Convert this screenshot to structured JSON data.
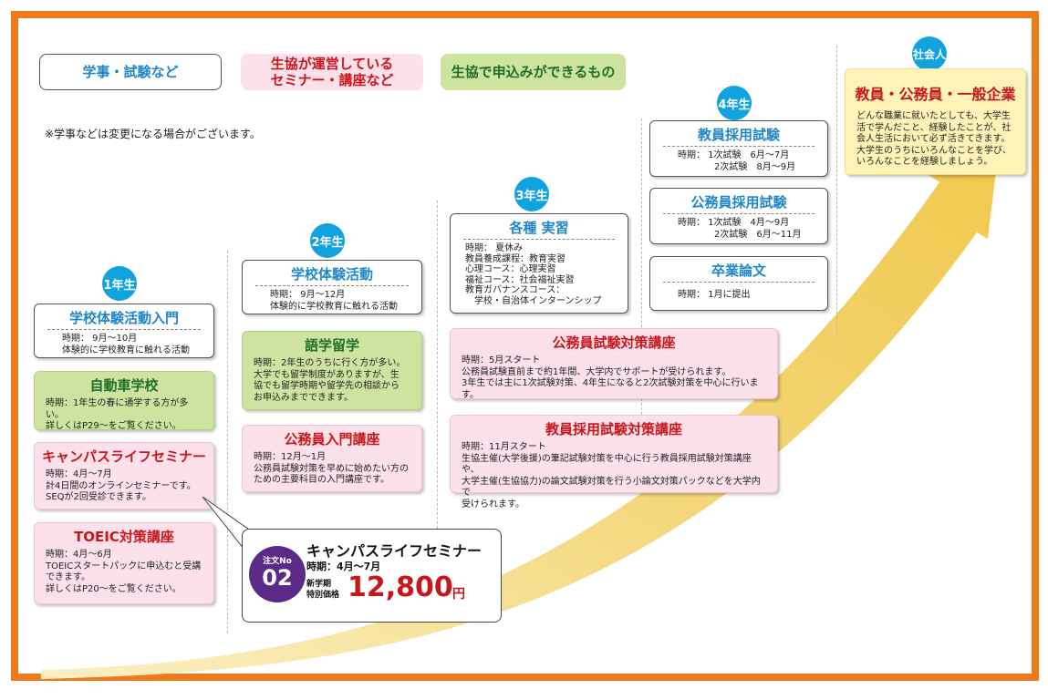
{
  "legend": {
    "school": "学事・試験など",
    "coop_seminar": "生協が運営している\nセミナー・講座など",
    "coop_apply": "生協で申込みができるもの"
  },
  "note": "※学事などは変更になる場合がございます。",
  "years": {
    "y1": "1年生",
    "y2": "2年生",
    "y3": "3年生",
    "y4": "4年生",
    "society": "社会人"
  },
  "year1": {
    "school_experience_intro": {
      "title": "学校体験活動入門",
      "body": "時期：  9月～10月\n体験的に学校教育に触れる活動"
    },
    "driving_school": {
      "title": "自動車学校",
      "body": "時期：1年生の春に通学する方が多い。\n詳しくはP29～をご覧ください。"
    },
    "campus_life": {
      "title": "キャンパスライフセミナー",
      "body": "時期：4月～7月\n計4日間のオンラインセミナーです。\nSEQが2回受診できます。"
    },
    "toeic": {
      "title": "TOEIC対策講座",
      "body": "時期：4月～6月\nTOEICスタートパックに申込むと受講\nできます。\n詳しくはP20～をご覧ください。"
    }
  },
  "year2": {
    "school_experience": {
      "title": "学校体験活動",
      "body": "時期：  9月～12月\n体験的に学校教育に触れる活動"
    },
    "study_abroad": {
      "title": "語学留学",
      "body": "時期：2年生のうちに行く方が多い。\n大学でも留学制度がありますが、生\n協でも留学時期や留学先の相談から\nお申込みまでできます。"
    },
    "civil_intro": {
      "title": "公務員入門講座",
      "body": "時期：12月～1月\n公務員試験対策を早めに始めたい方の\nための主要科目の入門講座です。"
    }
  },
  "year3": {
    "practicum": {
      "title": "各種 実習",
      "body": "時期：  夏休み\n教員養成課程：教育実習\n心理コース：心理実習\n福祉コース：社会福祉実習\n教育ガバナンスコース：\n　学校・自治体インターンシップ"
    },
    "civil_exam_course": {
      "title": "公務員試験対策講座",
      "body": "時期：5月スタート\n公務員試験直前まで約1年間、大学内でサポートが受けられます。\n3年生では主に1次試験対策、4年生になると2次試験対策を中心に行います。"
    },
    "teacher_exam_course": {
      "title": "教員採用試験対策講座",
      "body": "時期：11月スタート\n生協主催(大学後援)の筆記試験対策を中心に行う教員採用試験対策講座や、\n大学主催(生協協力)の論文試験対策を行う小論文対策パックなどを大学内で\n受けられます。"
    }
  },
  "year4": {
    "teacher_exam": {
      "title": "教員採用試験",
      "body": "時期：  1次試験　6月～7月\n　　　　2次試験　8月～9月"
    },
    "civil_exam": {
      "title": "公務員採用試験",
      "body": "時期：  1次試験　4月～9月\n　　　　2次試験　6月～11月"
    },
    "thesis": {
      "title": "卒業論文",
      "body": "時期：  1月に提出"
    }
  },
  "society": {
    "title": "教員・公務員・一般企業",
    "body": "どんな職業に就いたとしても、大学生\n活で学んだこと、経験したことが、社\n会人生活において必ず活きてきます。\n大学生のうちにいろんなことを学び、\nいろんなことを経験しましょう。"
  },
  "callout": {
    "order_label": "注文No",
    "order_no": "02",
    "title": "キャンパスライフセミナー",
    "period": "時期：4月～7月",
    "price_label": "新学期\n特別価格",
    "price": "12,800",
    "yen": "円"
  },
  "colors": {
    "frame": "#ef7a1a",
    "badge": "#11a3e0",
    "arrow": "#f2cf63",
    "title_blue": "#1f86c8",
    "title_red": "#c8161d",
    "title_green": "#1d6f2a",
    "order_purple": "#5a2a86"
  }
}
